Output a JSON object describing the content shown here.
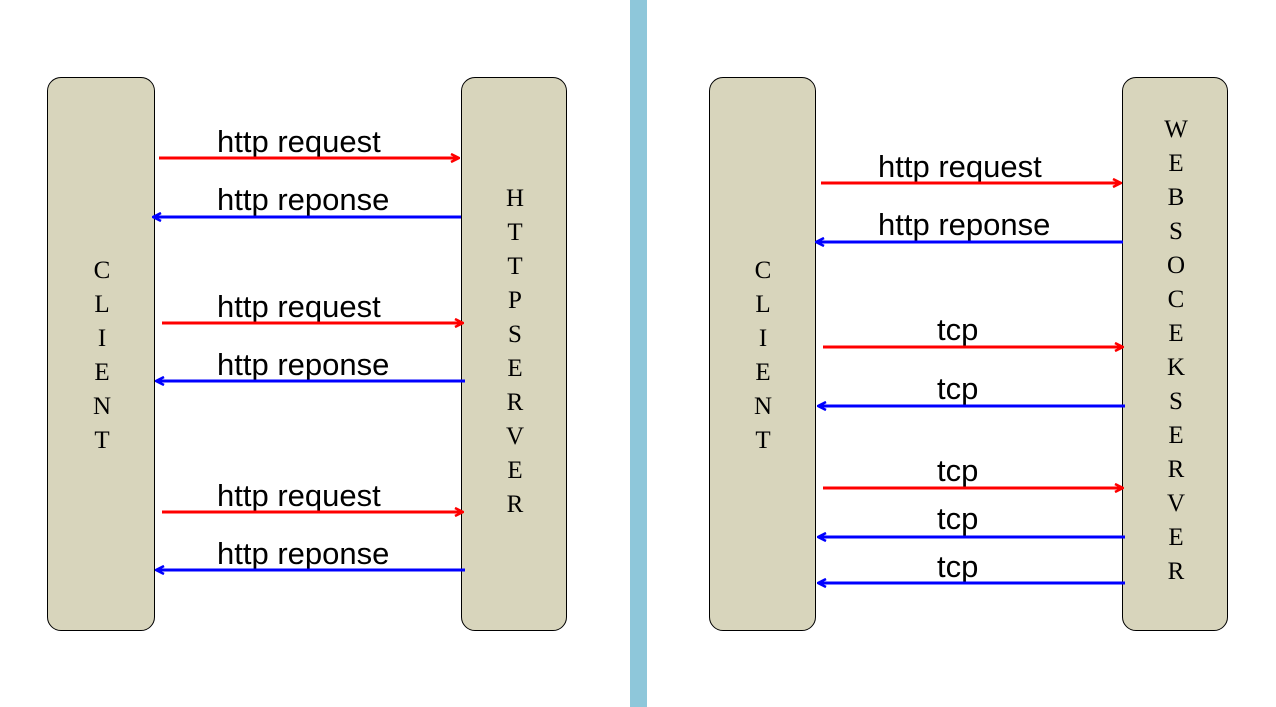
{
  "left": {
    "client_label": "CLIENT",
    "server_label": "HTTPSERVER",
    "messages": [
      {
        "text": "http request",
        "dir": "to-server",
        "color": "#ff0000"
      },
      {
        "text": "http reponse",
        "dir": "to-client",
        "color": "#0000ff"
      },
      {
        "text": "http request",
        "dir": "to-server",
        "color": "#ff0000"
      },
      {
        "text": "http reponse",
        "dir": "to-client",
        "color": "#0000ff"
      },
      {
        "text": "http request",
        "dir": "to-server",
        "color": "#ff0000"
      },
      {
        "text": "http reponse",
        "dir": "to-client",
        "color": "#0000ff"
      }
    ]
  },
  "right": {
    "client_label": "CLIENT",
    "server_label": "WEBSOCEKSERVER",
    "messages": [
      {
        "text": "http request",
        "dir": "to-server",
        "color": "#ff0000"
      },
      {
        "text": "http reponse",
        "dir": "to-client",
        "color": "#0000ff"
      },
      {
        "text": "tcp",
        "dir": "to-server",
        "color": "#ff0000"
      },
      {
        "text": "tcp",
        "dir": "to-client",
        "color": "#0000ff"
      },
      {
        "text": "tcp",
        "dir": "to-server",
        "color": "#ff0000"
      },
      {
        "text": "tcp",
        "dir": "to-client",
        "color": "#0000ff"
      },
      {
        "text": "tcp",
        "dir": "to-client",
        "color": "#0000ff"
      }
    ]
  },
  "colors": {
    "divider": "#8ec7da",
    "box_fill": "#d8d5bc"
  }
}
